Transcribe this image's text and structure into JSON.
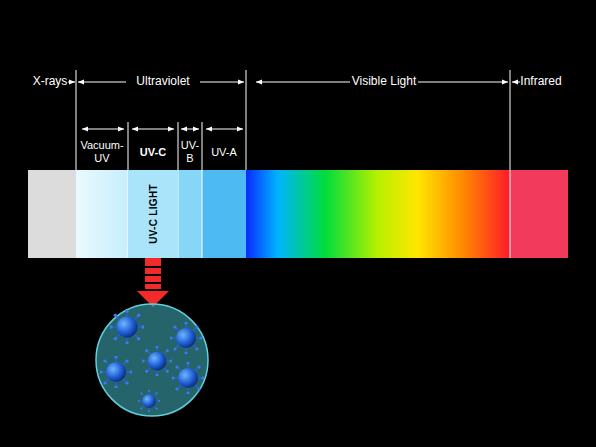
{
  "diagram": {
    "nodes": [
      {
        "text": [
          "UV-C LIGHT"
        ]
      }
    ],
    "labels": [
      "X-rays",
      "Ultraviolet",
      "Visible Light",
      "Infrared",
      "Vacuum-UV",
      "UV-C",
      "UV-B",
      "UV-A"
    ]
  }
}
